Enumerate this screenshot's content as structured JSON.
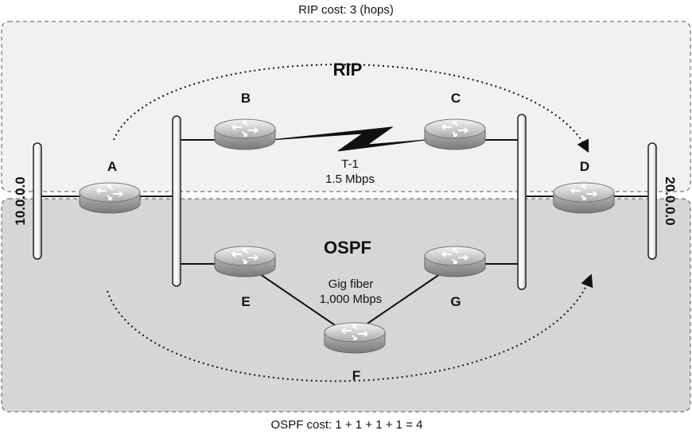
{
  "diagram": {
    "rip_cost_label": "RIP cost: 3 (hops)",
    "ospf_cost_label": "OSPF cost: 1 + 1 + 1 + 1 = 4",
    "rip_zone_label": "RIP",
    "ospf_zone_label": "OSPF",
    "networks": {
      "left": "10.0.0.0",
      "right": "20.0.0.0"
    },
    "routers": {
      "a": "A",
      "b": "B",
      "c": "C",
      "d": "D",
      "e": "E",
      "f": "F",
      "g": "G"
    },
    "t1_link": {
      "line1": "T-1",
      "line2": "1.5 Mbps"
    },
    "gig_link": {
      "line1": "Gig fiber",
      "line2": "1,000 Mbps"
    }
  }
}
